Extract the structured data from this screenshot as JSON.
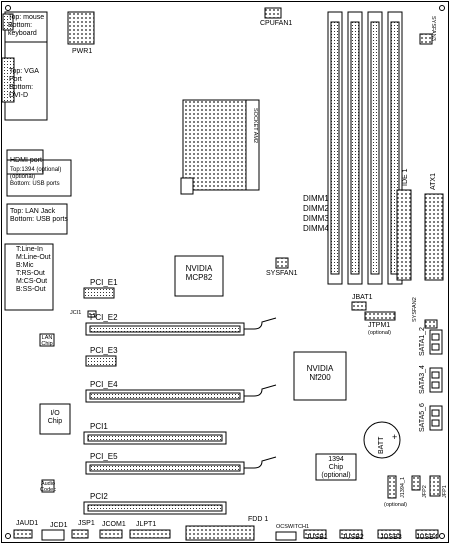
{
  "labels": {
    "mouse_keyboard": "Top: mouse\nBottom:\nkeyboard",
    "vga_dvi": "Top: VGA Port\nBottom: DVI-D",
    "hdmi": "HDMI port",
    "ieee1394_usb": "Top:1394 (optional)\n(optional)\nBottom: USB ports",
    "lan_usb": "Top: LAN Jack\nBottom: USB ports",
    "audio_jacks": "T:Line-In\nM:Line-Out\nB:Mic\nT:RS-Out\nM:CS-Out\nB:SS-Out",
    "pwr1": "PWR1",
    "cpufan1": "CPUFAN1",
    "sysfan3": "SYSFAN3",
    "socket": "SOCKET AM2",
    "dimm1": "DIMM1",
    "dimm2": "DIMM2",
    "dimm3": "DIMM3",
    "dimm4": "DIMM4",
    "ide1": "IDE 1",
    "atx1": "ATX1",
    "nvidia_mcp82": "NVIDIA\nMCP82",
    "sysfan1": "SYSFAN1",
    "jbat1": "JBAT1",
    "jtpm1": "JTPM1",
    "jtpm1_opt": "(optional)",
    "sysfan2": "SYSFAN2",
    "pci_e1": "PCI_E1",
    "jci1": "JCI1",
    "pci_e2": "PCI_E2",
    "lan_chip": "LAN\nChip",
    "pci_e3": "PCI_E3",
    "nvidia_nf200": "NVIDIA\nNf200",
    "sata1_2": "SATA1_2",
    "sata3_4": "SATA3_4",
    "pci_e4": "PCI_E4",
    "io_chip": "I/O\nChip",
    "sata5_6": "SATA5_6",
    "pci1": "PCI1",
    "batt": "BATT",
    "batt_plus": "+",
    "pci_e5": "PCI_E5",
    "chip1394": "1394\nChip\n(optional)",
    "audio_codec": "Audio\nCodec",
    "j1394_1": "J1394_1",
    "jfp2": "JFP2",
    "jfp1": "JFP1",
    "optional_small": "(optional)",
    "pci2": "PCI2",
    "fdd1": "FDD 1",
    "ocswitch1": "OCSWITCH1",
    "jaud1": "JAUD1",
    "jcd1": "JCD1",
    "jsp1": "JSP1",
    "jcom1": "JCOM1",
    "jlpt1": "JLPT1",
    "jusb1": "JUSB1",
    "jusb2": "JUSB2",
    "jusb3": "JUSB3",
    "jusb4": "JUSB4"
  }
}
